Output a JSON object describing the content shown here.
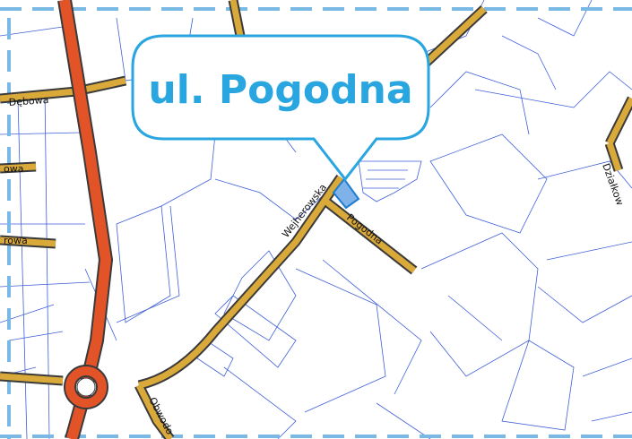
{
  "map": {
    "callout_title": "ul. Pogodna",
    "streets": {
      "debowa": "Dębowa",
      "wa_left": "owa",
      "rowa_left": "rowa",
      "wejherowska": "Wejherowska",
      "pogodna": "Pogodna",
      "obwodowa": "Obwodo",
      "dzialkowa": "Działkow"
    }
  },
  "colors": {
    "road_fill": "#d9a93a",
    "road_casing": "#3a3a3a",
    "main_road": "#e25428",
    "parcel_lines": "#3f5fd8",
    "callout_accent": "#29a5e0",
    "frame_dashes": "#7ab8e6",
    "highlight_fill": "#7fb2e8"
  }
}
